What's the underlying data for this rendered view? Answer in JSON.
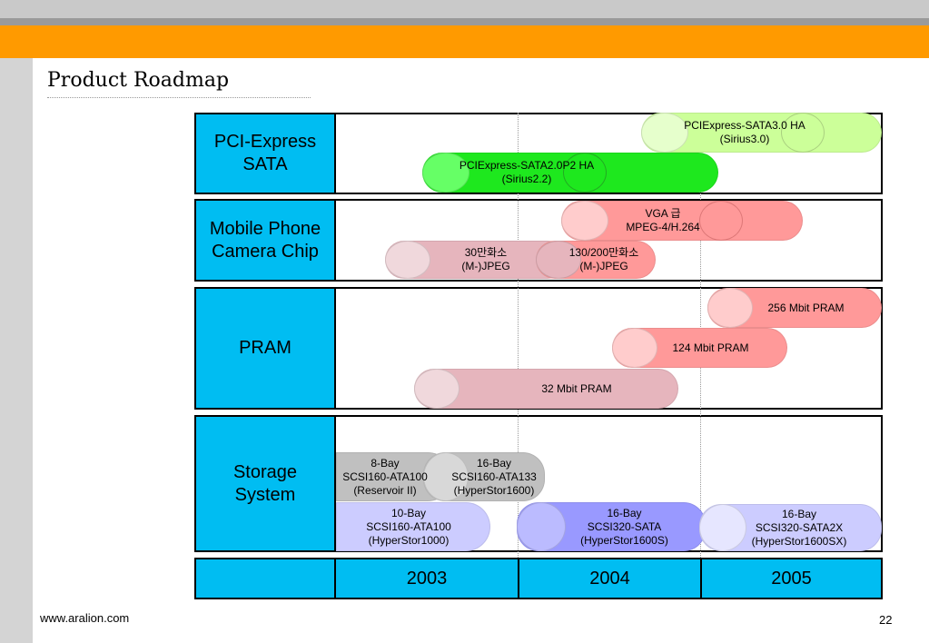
{
  "title": "Product Roadmap",
  "footer": {
    "url": "www.aralion.com",
    "page": "22"
  },
  "rows": [
    {
      "label": "PCI-Express\nSATA"
    },
    {
      "label": "Mobile Phone\nCamera Chip"
    },
    {
      "label": "PRAM"
    },
    {
      "label": "Storage\nSystem"
    }
  ],
  "years": [
    "2003",
    "2004",
    "2005"
  ],
  "bars": {
    "sata30": "PCIExpress-SATA3.0 HA\n(Sirius3.0)",
    "sata20": "PCIExpress-SATA2.0P2 HA\n(Sirius2.2)",
    "vga": "VGA 급\nMPEG-4/H.264",
    "jpeg30": "30만화소\n(M-)JPEG",
    "jpeg130": "130/200만화소\n(M-)JPEG",
    "pram256": "256 Mbit PRAM",
    "pram124": "124 Mbit PRAM",
    "pram32": "32 Mbit     PRAM",
    "bay8": "8-Bay\nSCSI160-ATA100\n(Reservoir II)",
    "bay16a": "16-Bay\nSCSI160-ATA133\n(HyperStor1600)",
    "bay10": "10-Bay\nSCSI160-ATA100\n(HyperStor1000)",
    "bay16b": "16-Bay\nSCSI320-SATA\n(HyperStor1600S)",
    "bay16c": "16-Bay\nSCSI320-SATA2X\n(HyperStor1600SX)"
  },
  "colors": {
    "orange": "#ff9a00",
    "cyan": "#00bdf2",
    "lightgreen": "#ccff99",
    "green": "#33ee33",
    "salmon": "#ff9999",
    "pink": "#e8b8c0",
    "gray": "#c0c0c0",
    "lavender": "#ccccff",
    "periwinkle": "#9999ff"
  }
}
